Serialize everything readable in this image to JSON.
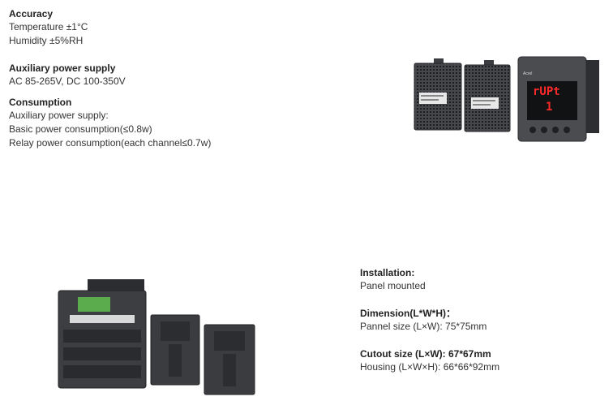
{
  "specs_left": {
    "accuracy": {
      "heading": "Accuracy",
      "lines": [
        "Temperature ±1°C",
        "Humidity ±5%RH"
      ]
    },
    "aux_power": {
      "heading": "Auxiliary power supply",
      "lines": [
        "AC 85-265V, DC 100-350V"
      ]
    },
    "consumption": {
      "heading": "Consumption",
      "lines": [
        "Auxiliary power supply:",
        "Basic power consumption(≤0.8w)",
        "Relay power consumption(each channel≤0.7w)"
      ]
    }
  },
  "specs_right": {
    "installation": {
      "heading": "Installation:",
      "lines": [
        "Panel mounted"
      ]
    },
    "dimension": {
      "heading": "Dimension(L*W*H)：",
      "lines": [
        "Pannel size (L×W): 75*75mm"
      ]
    },
    "cutout": {
      "heading": "Cutout size (L×W): 67*67mm",
      "lines": [
        "Housing (L×W×H): 66*66*92mm"
      ]
    }
  },
  "device_display": {
    "top_row": "rUPt",
    "bottom_row": "1",
    "brand": "Acrel"
  },
  "colors": {
    "heading_text": "#222222",
    "body_text": "#333333",
    "display_red": "#ff2a2a",
    "label_green": "#5fbf4f",
    "housing_dark": "#3a3c40"
  }
}
